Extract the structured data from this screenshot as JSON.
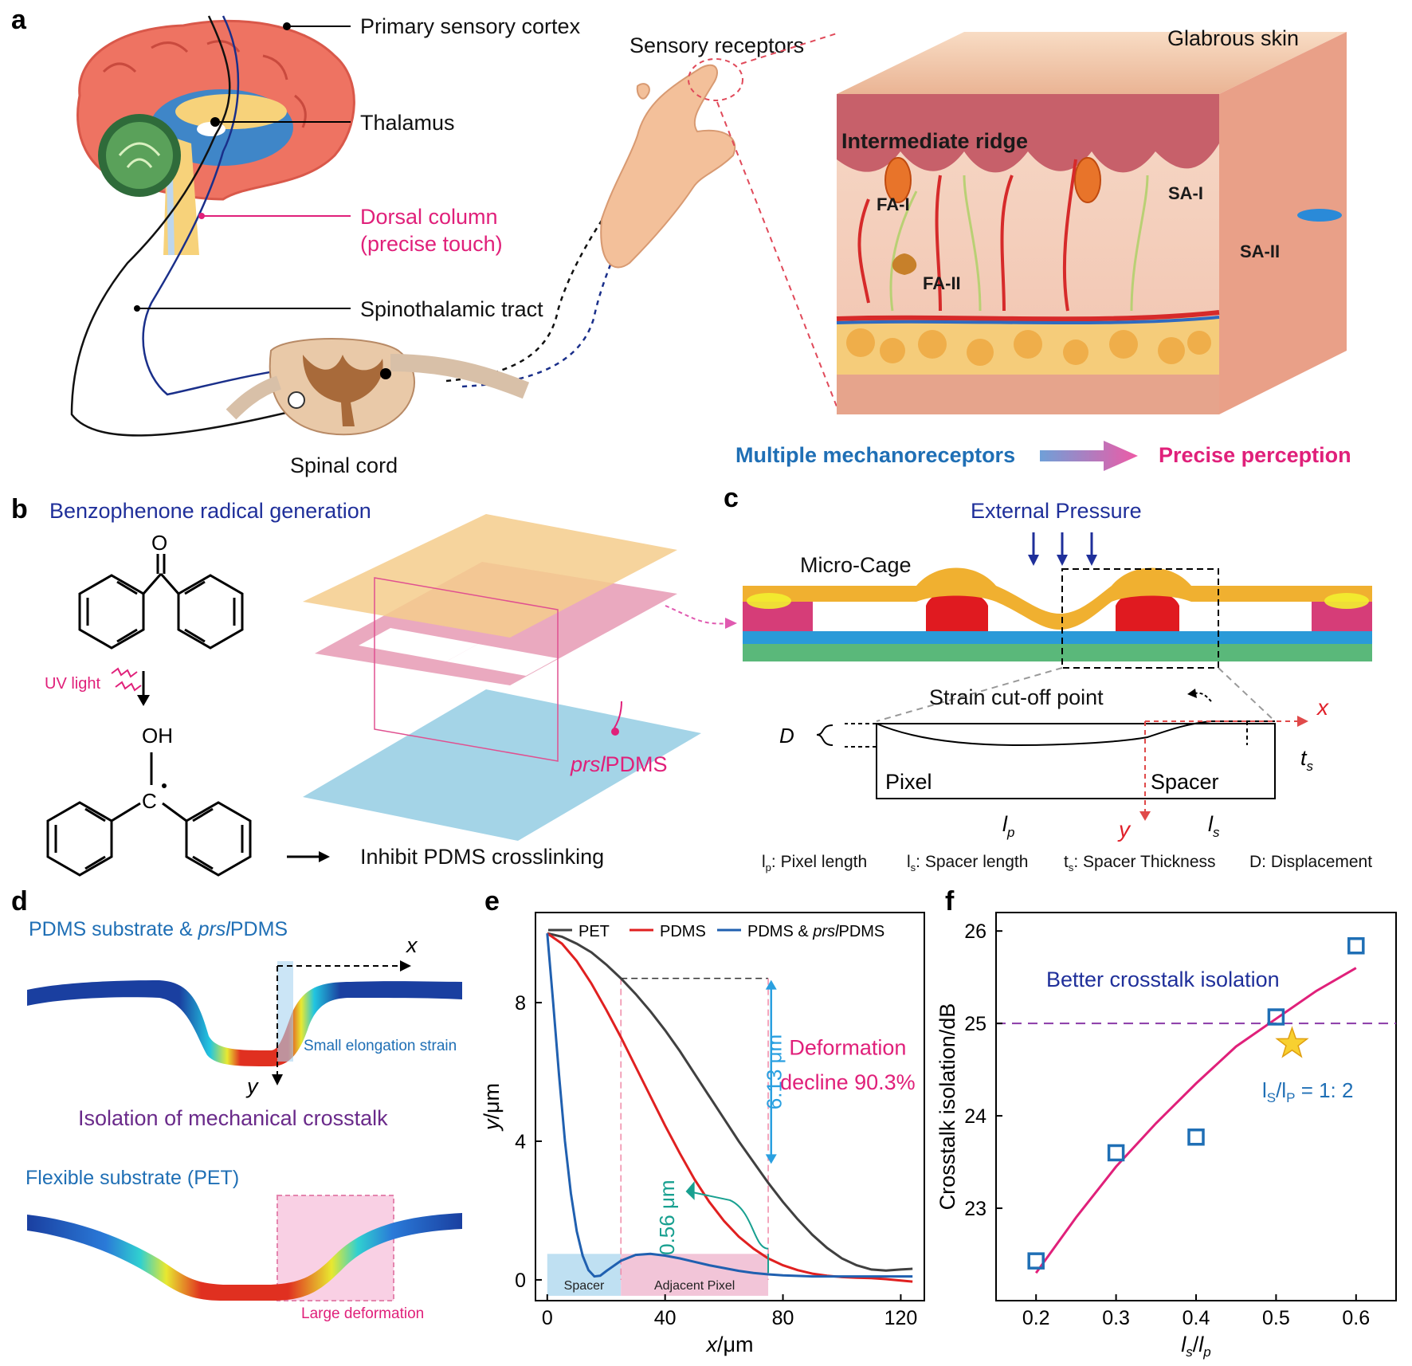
{
  "panels": {
    "a": "a",
    "b": "b",
    "c": "c",
    "d": "d",
    "e": "e",
    "f": "f"
  },
  "panel_a": {
    "primary_cortex": "Primary sensory cortex",
    "thalamus": "Thalamus",
    "dorsal_column_1": "Dorsal column",
    "dorsal_column_2": "(precise touch)",
    "spinothalamic": "Spinothalamic tract",
    "spinal_cord": "Spinal cord",
    "sensory_receptors": "Sensory receptors",
    "glabrous_skin": "Glabrous skin",
    "intermediate_ridge": "Intermediate ridge",
    "fa1": "FA-I",
    "fa2": "FA-II",
    "sa1": "SA-I",
    "sa2": "SA-II",
    "multiple": "Multiple mechanoreceptors",
    "precise": "Precise perception",
    "colors": {
      "blue": "#1f6fb5",
      "magenta": "#e0207a"
    }
  },
  "panel_b": {
    "title": "Benzophenone radical generation",
    "atom_o": "O",
    "atom_oh": "OH",
    "atom_c": "C",
    "uv": "UV light",
    "inhibit": "Inhibit PDMS crosslinking",
    "prsl_italic": "prsl",
    "prsl_rest": "PDMS"
  },
  "panel_c": {
    "title": "External Pressure",
    "micro_cage": "Micro-Cage",
    "strain_cutoff": "Strain cut-off point",
    "x": "x",
    "y": "y",
    "D": "D",
    "ts": "t",
    "ts_sub": "s",
    "lp": "l",
    "lp_sub": "p",
    "ls": "l",
    "ls_sub": "s",
    "pixel": "Pixel",
    "spacer": "Spacer",
    "legend": [
      {
        "sym": "l",
        "sub": "p",
        "text": ": Pixel length"
      },
      {
        "sym": "l",
        "sub": "s",
        "text": ": Spacer length"
      },
      {
        "sym": "t",
        "sub": "s",
        "text": ": Spacer Thickness"
      },
      {
        "sym": "D",
        "sub": "",
        "text": ": Displacement"
      }
    ]
  },
  "panel_d": {
    "title1_a": "PDMS substrate & ",
    "title1_b": "prsl",
    "title1_c": "PDMS",
    "x": "x",
    "y": "y",
    "small_strain": "Small elongation strain",
    "isolation": "Isolation of mechanical crosstalk",
    "title2": "Flexible substrate (PET)",
    "large_def": "Large deformation"
  },
  "chart_data": [
    {
      "panel": "e",
      "type": "line",
      "xlabel_a": "x",
      "xlabel_b": "/μm",
      "ylabel_a": "y",
      "ylabel_b": "/μm",
      "xlim": [
        -4,
        128
      ],
      "ylim": [
        -0.6,
        10.6
      ],
      "xticks": [
        0,
        40,
        80,
        120
      ],
      "yticks": [
        0,
        4,
        8
      ],
      "legend_position": "top",
      "series": [
        {
          "name": "PET",
          "color": "#404040",
          "x": [
            0,
            5,
            10,
            15,
            20,
            25,
            30,
            35,
            40,
            45,
            50,
            55,
            60,
            65,
            70,
            75,
            80,
            85,
            90,
            95,
            100,
            105,
            110,
            115,
            120,
            124
          ],
          "y": [
            10.0,
            9.9,
            9.7,
            9.45,
            9.1,
            8.7,
            8.25,
            7.75,
            7.2,
            6.6,
            5.95,
            5.3,
            4.65,
            4.0,
            3.4,
            2.8,
            2.25,
            1.75,
            1.3,
            0.92,
            0.62,
            0.42,
            0.3,
            0.27,
            0.3,
            0.32
          ]
        },
        {
          "name": "PDMS",
          "color": "#e02020",
          "x": [
            0,
            5,
            10,
            15,
            20,
            25,
            30,
            35,
            40,
            45,
            50,
            55,
            60,
            65,
            70,
            75,
            80,
            85,
            90,
            95,
            100,
            105,
            110,
            115,
            120,
            124
          ],
          "y": [
            10.0,
            9.7,
            9.2,
            8.55,
            7.8,
            7.0,
            6.15,
            5.3,
            4.45,
            3.65,
            2.9,
            2.25,
            1.7,
            1.25,
            0.9,
            0.62,
            0.42,
            0.28,
            0.18,
            0.12,
            0.08,
            0.06,
            0.05,
            0.02,
            -0.02,
            -0.05
          ]
        },
        {
          "name": "PDMS & prslPDMS",
          "color": "#2060b0",
          "x": [
            0,
            2,
            4,
            6,
            8,
            10,
            12,
            14,
            16,
            18,
            20,
            25,
            30,
            35,
            40,
            45,
            50,
            55,
            60,
            65,
            70,
            75,
            80,
            90,
            100,
            110,
            124
          ],
          "y": [
            10.0,
            8.0,
            5.9,
            4.0,
            2.5,
            1.4,
            0.7,
            0.28,
            0.1,
            0.12,
            0.25,
            0.55,
            0.72,
            0.75,
            0.7,
            0.62,
            0.52,
            0.42,
            0.34,
            0.26,
            0.2,
            0.16,
            0.13,
            0.1,
            0.1,
            0.1,
            0.1
          ]
        }
      ],
      "legend": [
        {
          "a": "PET",
          "b": "",
          "c": ""
        },
        {
          "a": "PDMS",
          "b": "",
          "c": ""
        },
        {
          "a": "PDMS & ",
          "b": "prsl",
          "c": "PDMS"
        }
      ],
      "regions": [
        {
          "label": "Spacer",
          "x0": 0,
          "x1": 25,
          "y1": 0.75,
          "color": "#bfe0f2"
        },
        {
          "label": "Adjacent Pixel",
          "x0": 25,
          "x1": 75,
          "y1": 0.75,
          "color": "#f2c5d8"
        }
      ],
      "annotations": {
        "gap_pet": "6.13 μm",
        "gap_prsl": "0.56 μm",
        "decline_1": "Deformation",
        "decline_2": "decline 90.3%"
      }
    },
    {
      "panel": "f",
      "type": "scatter",
      "xlabel_a": "l",
      "xlabel_sub1": "s",
      "xlabel_mid": "/",
      "xlabel_b": "l",
      "xlabel_sub2": "p",
      "ylabel": "Crosstalk isolation/dB",
      "xlim": [
        0.15,
        0.65
      ],
      "ylim": [
        22.0,
        26.2
      ],
      "xticks": [
        0.2,
        0.3,
        0.4,
        0.5,
        0.6
      ],
      "yticks": [
        23,
        24,
        25,
        26
      ],
      "points": {
        "x": [
          0.2,
          0.3,
          0.4,
          0.5,
          0.6
        ],
        "y": [
          22.43,
          23.6,
          23.77,
          25.07,
          25.84
        ],
        "color": "#1f6fb5"
      },
      "fit": {
        "x": [
          0.2,
          0.25,
          0.3,
          0.35,
          0.4,
          0.45,
          0.5,
          0.55,
          0.6
        ],
        "y": [
          22.3,
          22.9,
          23.45,
          23.92,
          24.35,
          24.75,
          25.05,
          25.35,
          25.6
        ],
        "color": "#e0207a"
      },
      "threshold": {
        "y": 25.0,
        "color": "#8a3aa8"
      },
      "better": "Better crosstalk isolation",
      "ratio_a": "l",
      "ratio_sub1": "S",
      "ratio_mid": "/l",
      "ratio_sub2": "P",
      "ratio_rest": " = 1: 2",
      "star": {
        "x": 0.52,
        "y": 24.78
      }
    }
  ]
}
